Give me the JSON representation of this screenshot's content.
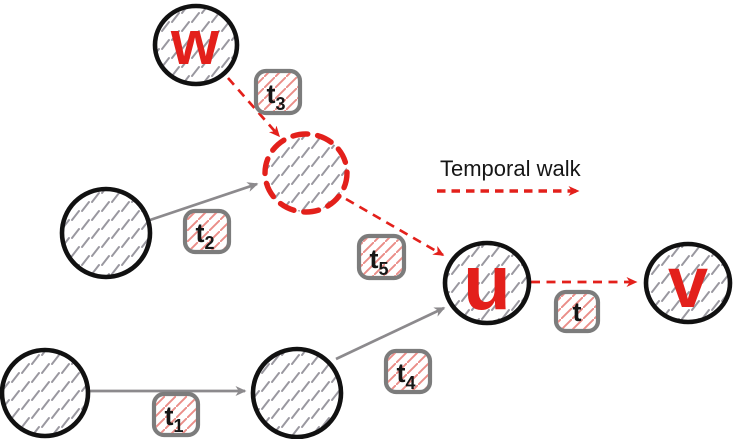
{
  "diagram": {
    "legend": {
      "label": "Temporal walk"
    },
    "nodes": {
      "w": {
        "label": "w"
      },
      "u": {
        "label": "u"
      },
      "v": {
        "label": "v"
      }
    },
    "edge_labels": {
      "t3": {
        "base": "t",
        "sub": "3"
      },
      "t2": {
        "base": "t",
        "sub": "2"
      },
      "t5": {
        "base": "t",
        "sub": "5"
      },
      "t4": {
        "base": "t",
        "sub": "4"
      },
      "t1": {
        "base": "t",
        "sub": "1"
      },
      "t": {
        "base": "t",
        "sub": ""
      }
    }
  },
  "colors": {
    "red": "#e3201b",
    "red_hatch": "#ea8d88",
    "gray_arrow": "#8c8a8d",
    "gray_hatch": "#9a98a0",
    "node_stroke": "#111111",
    "box_stroke": "#7c7c7c",
    "text": "#161616",
    "background": "#ffffff"
  }
}
